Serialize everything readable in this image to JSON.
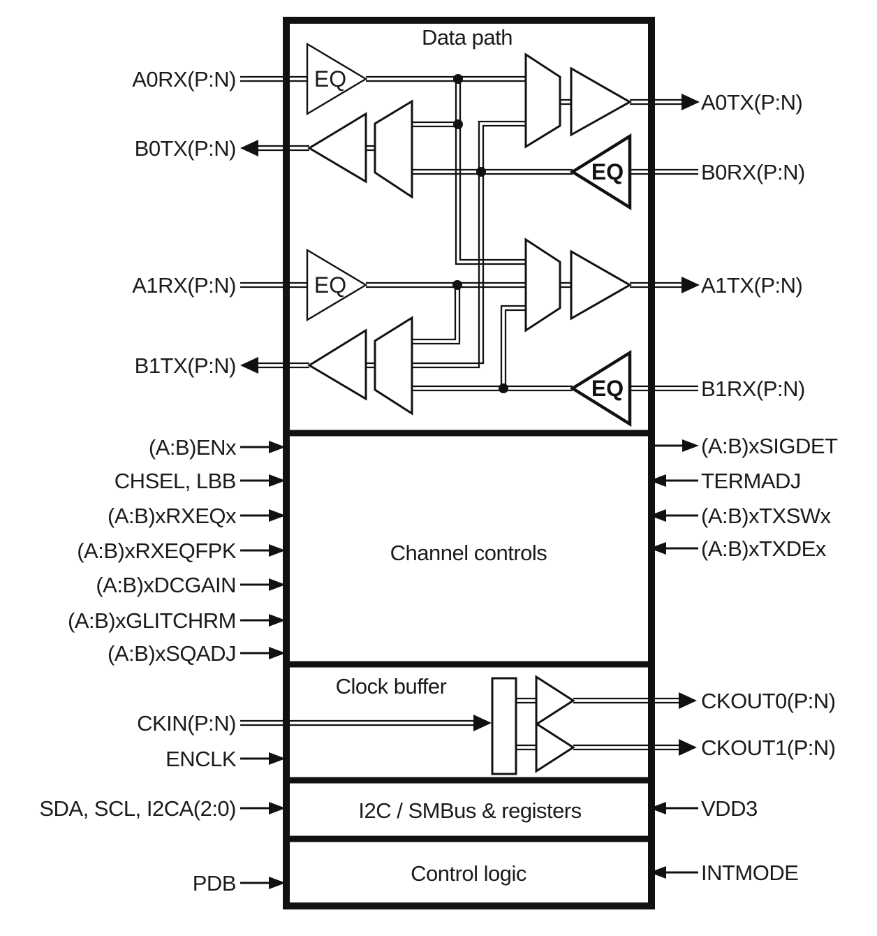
{
  "colors": {
    "ink": "#111111",
    "background": "#ffffff"
  },
  "sections": {
    "data_path": "Data path",
    "channel_controls": "Channel controls",
    "clock_buffer": "Clock buffer",
    "i2c": "I2C / SMBus & registers",
    "control_logic": "Control logic"
  },
  "blocks": {
    "eq_label": "EQ"
  },
  "pins": {
    "left": [
      {
        "label": "A0RX(P:N)",
        "direction": "in",
        "type": "differential"
      },
      {
        "label": "B0TX(P:N)",
        "direction": "out",
        "type": "differential"
      },
      {
        "label": "A1RX(P:N)",
        "direction": "in",
        "type": "differential"
      },
      {
        "label": "B1TX(P:N)",
        "direction": "out",
        "type": "differential"
      },
      {
        "label": "(A:B)ENx",
        "direction": "in",
        "type": "control"
      },
      {
        "label": "CHSEL, LBB",
        "direction": "in",
        "type": "control"
      },
      {
        "label": "(A:B)xRXEQx",
        "direction": "in",
        "type": "control"
      },
      {
        "label": "(A:B)xRXEQFPK",
        "direction": "in",
        "type": "control"
      },
      {
        "label": "(A:B)xDCGAIN",
        "direction": "in",
        "type": "control"
      },
      {
        "label": "(A:B)xGLITCHRM",
        "direction": "in",
        "type": "control"
      },
      {
        "label": "(A:B)xSQADJ",
        "direction": "in",
        "type": "control"
      },
      {
        "label": "CKIN(P:N)",
        "direction": "in",
        "type": "differential"
      },
      {
        "label": "ENCLK",
        "direction": "in",
        "type": "control"
      },
      {
        "label": "SDA, SCL, I2CA(2:0)",
        "direction": "in",
        "type": "control"
      },
      {
        "label": "PDB",
        "direction": "in",
        "type": "control"
      }
    ],
    "right": [
      {
        "label": "A0TX(P:N)",
        "direction": "out",
        "type": "differential"
      },
      {
        "label": "B0RX(P:N)",
        "direction": "in",
        "type": "differential"
      },
      {
        "label": "A1TX(P:N)",
        "direction": "out",
        "type": "differential"
      },
      {
        "label": "B1RX(P:N)",
        "direction": "in",
        "type": "differential"
      },
      {
        "label": "(A:B)xSIGDET",
        "direction": "out",
        "type": "control"
      },
      {
        "label": "TERMADJ",
        "direction": "in",
        "type": "control"
      },
      {
        "label": "(A:B)xTXSWx",
        "direction": "in",
        "type": "control"
      },
      {
        "label": "(A:B)xTXDEx",
        "direction": "in",
        "type": "control"
      },
      {
        "label": "CKOUT0(P:N)",
        "direction": "out",
        "type": "differential"
      },
      {
        "label": "CKOUT1(P:N)",
        "direction": "out",
        "type": "differential"
      },
      {
        "label": "VDD3",
        "direction": "in",
        "type": "control"
      },
      {
        "label": "INTMODE",
        "direction": "in",
        "type": "control"
      }
    ]
  }
}
